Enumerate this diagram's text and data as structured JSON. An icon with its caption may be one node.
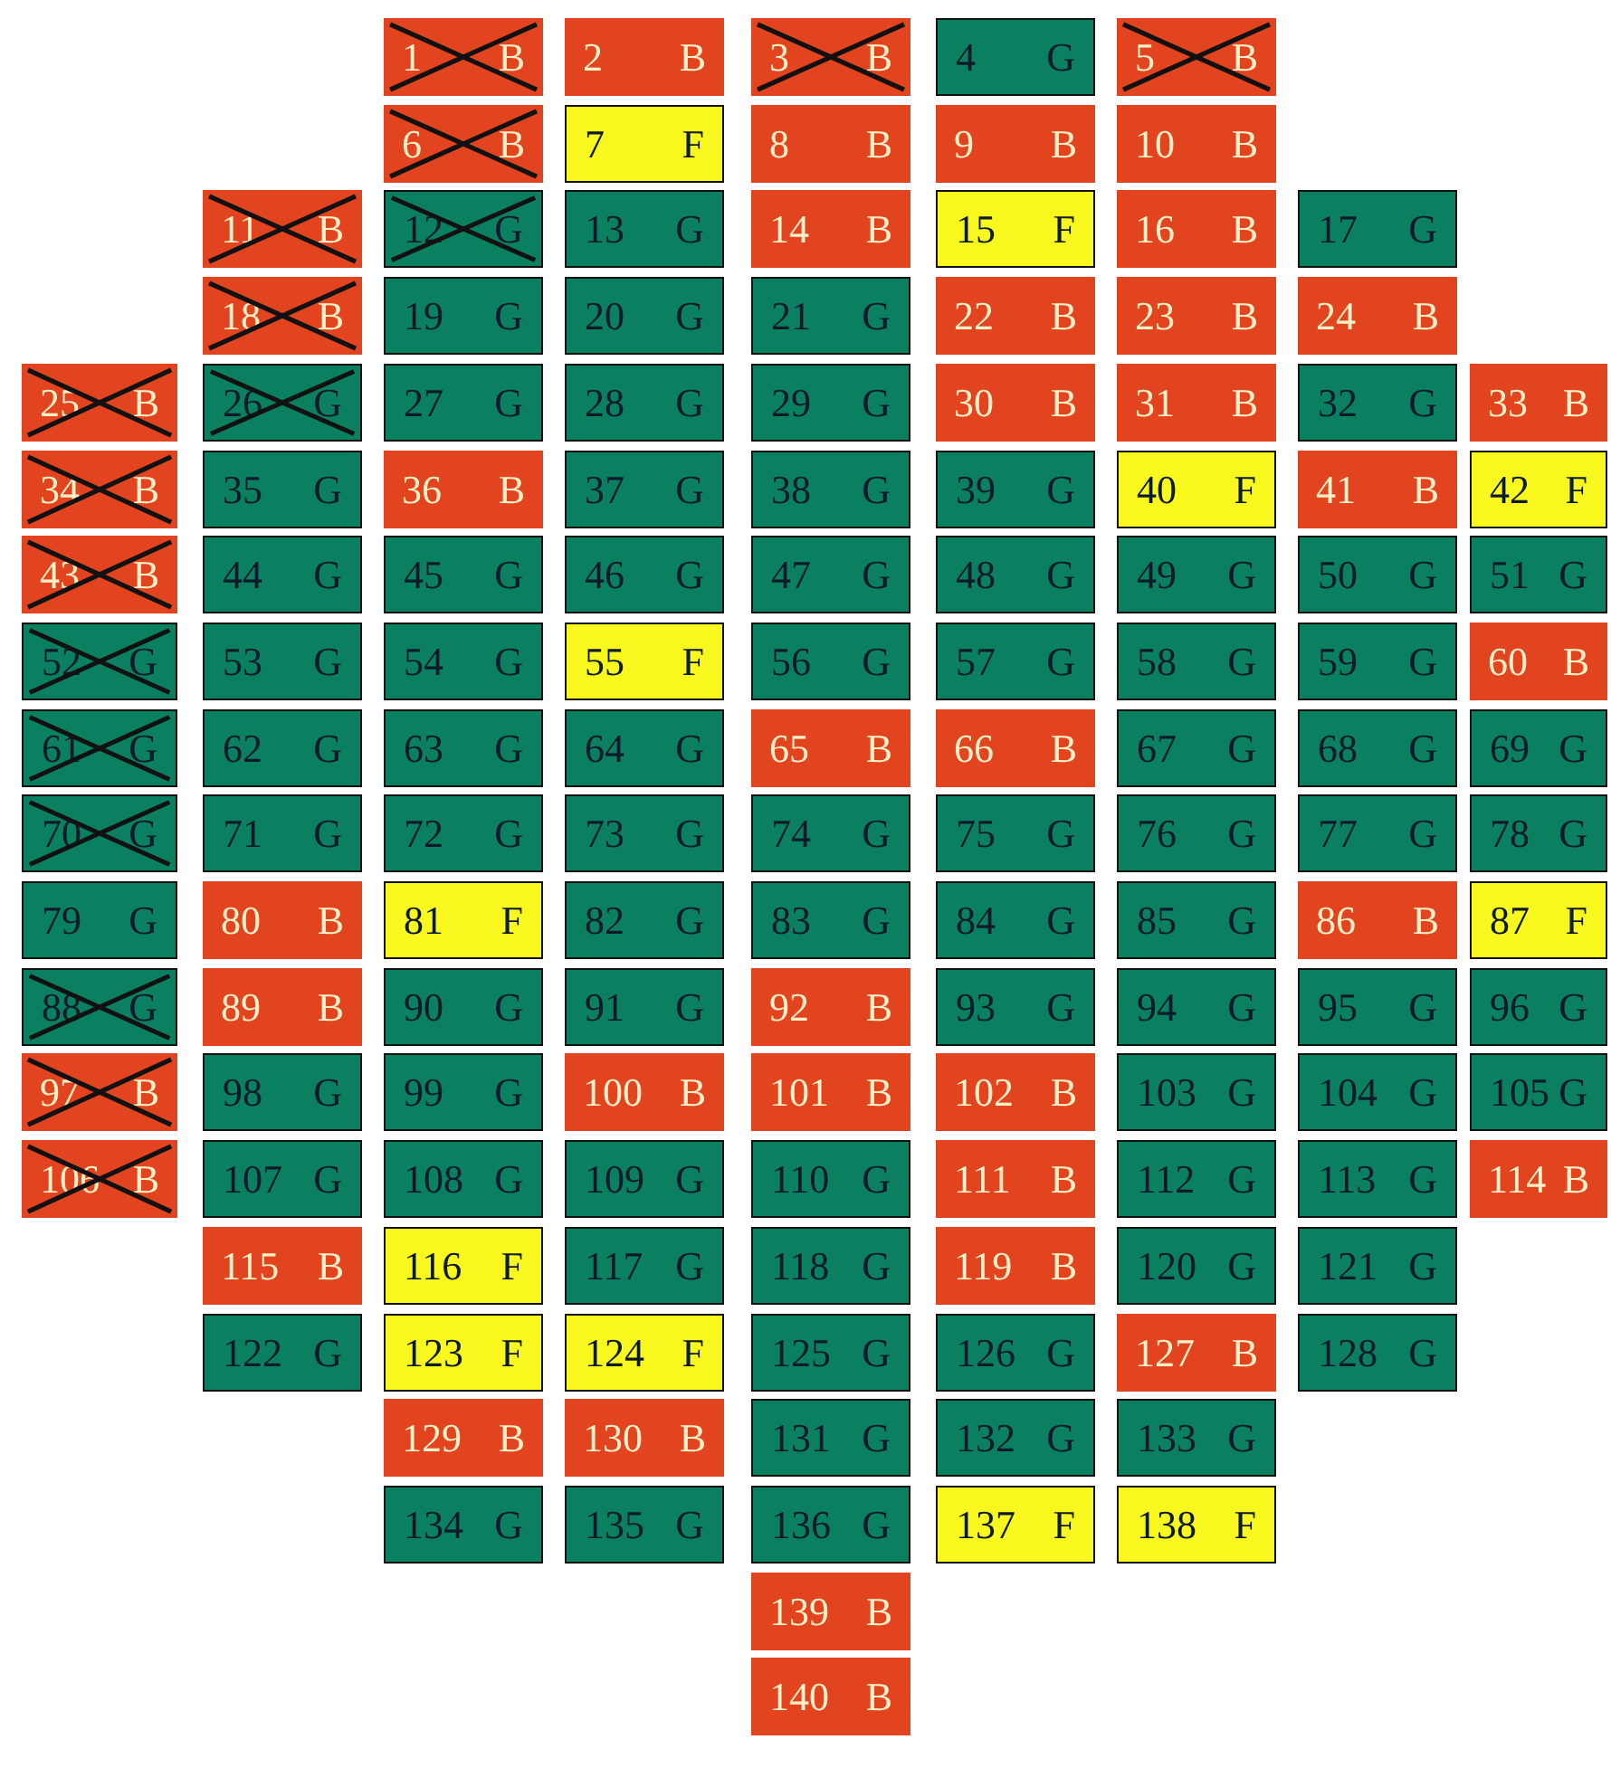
{
  "diagram": {
    "nodes": [
      {
        "text": [
          "1",
          "B"
        ]
      },
      {
        "text": [
          "2",
          "B"
        ]
      },
      {
        "text": [
          "3",
          "B"
        ]
      },
      {
        "text": [
          "4",
          "G"
        ]
      },
      {
        "text": [
          "5",
          "B"
        ]
      },
      {
        "text": [
          "6",
          "B"
        ]
      },
      {
        "text": [
          "7",
          "F"
        ]
      },
      {
        "text": [
          "8",
          "B"
        ]
      },
      {
        "text": [
          "9",
          "B"
        ]
      },
      {
        "text": [
          "10",
          "B"
        ]
      },
      {
        "text": [
          "11",
          "B"
        ]
      },
      {
        "text": [
          "12",
          "G"
        ]
      },
      {
        "text": [
          "13",
          "G"
        ]
      },
      {
        "text": [
          "14",
          "B"
        ]
      },
      {
        "text": [
          "15",
          "F"
        ]
      },
      {
        "text": [
          "16",
          "B"
        ]
      },
      {
        "text": [
          "17",
          "G"
        ]
      },
      {
        "text": [
          "18",
          "B"
        ]
      },
      {
        "text": [
          "19",
          "G"
        ]
      },
      {
        "text": [
          "20",
          "G"
        ]
      },
      {
        "text": [
          "21",
          "G"
        ]
      },
      {
        "text": [
          "22",
          "B"
        ]
      },
      {
        "text": [
          "23",
          "B"
        ]
      },
      {
        "text": [
          "24",
          "B"
        ]
      },
      {
        "text": [
          "25",
          "B"
        ]
      },
      {
        "text": [
          "26",
          "G"
        ]
      },
      {
        "text": [
          "27",
          "G"
        ]
      },
      {
        "text": [
          "28",
          "G"
        ]
      },
      {
        "text": [
          "29",
          "G"
        ]
      },
      {
        "text": [
          "30",
          "B"
        ]
      },
      {
        "text": [
          "31",
          "B"
        ]
      },
      {
        "text": [
          "32",
          "G"
        ]
      },
      {
        "text": [
          "33",
          "B"
        ]
      },
      {
        "text": [
          "34",
          "B"
        ]
      },
      {
        "text": [
          "35",
          "G"
        ]
      },
      {
        "text": [
          "36",
          "B"
        ]
      },
      {
        "text": [
          "37",
          "G"
        ]
      },
      {
        "text": [
          "38",
          "G"
        ]
      },
      {
        "text": [
          "39",
          "G"
        ]
      },
      {
        "text": [
          "40",
          "F"
        ]
      },
      {
        "text": [
          "41",
          "B"
        ]
      },
      {
        "text": [
          "42",
          "F"
        ]
      },
      {
        "text": [
          "43",
          "B"
        ]
      },
      {
        "text": [
          "44",
          "G"
        ]
      },
      {
        "text": [
          "45",
          "G"
        ]
      },
      {
        "text": [
          "46",
          "G"
        ]
      },
      {
        "text": [
          "47",
          "G"
        ]
      },
      {
        "text": [
          "48",
          "G"
        ]
      },
      {
        "text": [
          "49",
          "G"
        ]
      },
      {
        "text": [
          "50",
          "G"
        ]
      },
      {
        "text": [
          "51",
          "G"
        ]
      },
      {
        "text": [
          "52",
          "G"
        ]
      },
      {
        "text": [
          "53",
          "G"
        ]
      },
      {
        "text": [
          "54",
          "G"
        ]
      },
      {
        "text": [
          "55",
          "F"
        ]
      },
      {
        "text": [
          "56",
          "G"
        ]
      },
      {
        "text": [
          "57",
          "G"
        ]
      },
      {
        "text": [
          "58",
          "G"
        ]
      },
      {
        "text": [
          "59",
          "G"
        ]
      },
      {
        "text": [
          "60",
          "B"
        ]
      },
      {
        "text": [
          "61",
          "G"
        ]
      },
      {
        "text": [
          "62",
          "G"
        ]
      },
      {
        "text": [
          "63",
          "G"
        ]
      },
      {
        "text": [
          "64",
          "G"
        ]
      },
      {
        "text": [
          "65",
          "B"
        ]
      },
      {
        "text": [
          "66",
          "B"
        ]
      },
      {
        "text": [
          "67",
          "G"
        ]
      },
      {
        "text": [
          "68",
          "G"
        ]
      },
      {
        "text": [
          "69",
          "G"
        ]
      },
      {
        "text": [
          "70",
          "G"
        ]
      },
      {
        "text": [
          "71",
          "G"
        ]
      },
      {
        "text": [
          "72",
          "G"
        ]
      },
      {
        "text": [
          "73",
          "G"
        ]
      },
      {
        "text": [
          "74",
          "G"
        ]
      },
      {
        "text": [
          "75",
          "G"
        ]
      },
      {
        "text": [
          "76",
          "G"
        ]
      },
      {
        "text": [
          "77",
          "G"
        ]
      },
      {
        "text": [
          "78",
          "G"
        ]
      },
      {
        "text": [
          "79",
          "G"
        ]
      },
      {
        "text": [
          "80",
          "B"
        ]
      },
      {
        "text": [
          "81",
          "F"
        ]
      },
      {
        "text": [
          "82",
          "G"
        ]
      },
      {
        "text": [
          "83",
          "G"
        ]
      },
      {
        "text": [
          "84",
          "G"
        ]
      },
      {
        "text": [
          "85",
          "G"
        ]
      },
      {
        "text": [
          "86",
          "B"
        ]
      },
      {
        "text": [
          "87",
          "F"
        ]
      },
      {
        "text": [
          "88",
          "G"
        ]
      },
      {
        "text": [
          "89",
          "B"
        ]
      },
      {
        "text": [
          "90",
          "G"
        ]
      },
      {
        "text": [
          "91",
          "G"
        ]
      },
      {
        "text": [
          "92",
          "B"
        ]
      },
      {
        "text": [
          "93",
          "G"
        ]
      },
      {
        "text": [
          "94",
          "G"
        ]
      },
      {
        "text": [
          "95",
          "G"
        ]
      },
      {
        "text": [
          "96",
          "G"
        ]
      },
      {
        "text": [
          "97",
          "B"
        ]
      },
      {
        "text": [
          "98",
          "G"
        ]
      },
      {
        "text": [
          "99",
          "G"
        ]
      },
      {
        "text": [
          "100",
          "B"
        ]
      },
      {
        "text": [
          "101",
          "B"
        ]
      },
      {
        "text": [
          "102",
          "B"
        ]
      },
      {
        "text": [
          "103",
          "G"
        ]
      },
      {
        "text": [
          "104",
          "G"
        ]
      },
      {
        "text": [
          "105",
          "G"
        ]
      },
      {
        "text": [
          "106",
          "B"
        ]
      },
      {
        "text": [
          "107",
          "G"
        ]
      },
      {
        "text": [
          "108",
          "G"
        ]
      },
      {
        "text": [
          "109",
          "G"
        ]
      },
      {
        "text": [
          "110",
          "G"
        ]
      },
      {
        "text": [
          "111",
          "B"
        ]
      },
      {
        "text": [
          "112",
          "G"
        ]
      },
      {
        "text": [
          "113",
          "G"
        ]
      },
      {
        "text": [
          "114",
          "B"
        ]
      },
      {
        "text": [
          "115",
          "B"
        ]
      },
      {
        "text": [
          "116",
          "F"
        ]
      },
      {
        "text": [
          "117",
          "G"
        ]
      },
      {
        "text": [
          "118",
          "G"
        ]
      },
      {
        "text": [
          "119",
          "B"
        ]
      },
      {
        "text": [
          "120",
          "G"
        ]
      },
      {
        "text": [
          "121",
          "G"
        ]
      },
      {
        "text": [
          "122",
          "G"
        ]
      },
      {
        "text": [
          "123",
          "F"
        ]
      },
      {
        "text": [
          "124",
          "F"
        ]
      },
      {
        "text": [
          "125",
          "G"
        ]
      },
      {
        "text": [
          "126",
          "G"
        ]
      },
      {
        "text": [
          "127",
          "B"
        ]
      },
      {
        "text": [
          "128",
          "G"
        ]
      },
      {
        "text": [
          "129",
          "B"
        ]
      },
      {
        "text": [
          "130",
          "B"
        ]
      },
      {
        "text": [
          "131",
          "G"
        ]
      },
      {
        "text": [
          "132",
          "G"
        ]
      },
      {
        "text": [
          "133",
          "G"
        ]
      },
      {
        "text": [
          "134",
          "G"
        ]
      },
      {
        "text": [
          "135",
          "G"
        ]
      },
      {
        "text": [
          "136",
          "G"
        ]
      },
      {
        "text": [
          "137",
          "F"
        ]
      },
      {
        "text": [
          "138",
          "F"
        ]
      },
      {
        "text": [
          "139",
          "B"
        ]
      },
      {
        "text": [
          "140",
          "B"
        ]
      }
    ]
  }
}
